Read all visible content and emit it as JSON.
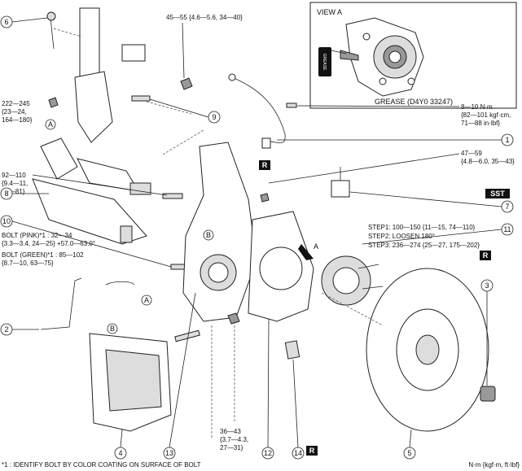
{
  "view_a": {
    "title": "VIEW A",
    "grease_label": "GREASE (D4Y0 33247)",
    "can_text": "GREASE"
  },
  "torques": {
    "t45_55": "45—55 {4.6—5.6, 34—40}",
    "t222_245": [
      "222—245",
      "{23—24,",
      "164—180}"
    ],
    "t8_10": [
      "8—10 N·m",
      "{82—101 kgf·cm,",
      "71—88 in·lbf}"
    ],
    "t47_59": [
      "47—59",
      "{4.8—6.0, 35—43}"
    ],
    "t92_110": [
      "92—110",
      "{9.4—11,",
      "68—81}"
    ],
    "bolt_pink": [
      "BOLT (PINK)*1 : 32—34",
      "{3.3—3.4, 24—25} +57.0—63.0°"
    ],
    "bolt_green": [
      "BOLT (GREEN)*1 : 85—102",
      "{8.7—10, 63—75}"
    ],
    "steps": [
      "STEP1: 100—150 {11—15, 74—110}",
      "STEP2: LOOSEN 180°",
      "STEP3: 236—274 {25—27, 175—202}"
    ],
    "t36_43": [
      "36—43",
      "{3.7—4.3,",
      "27—31}"
    ]
  },
  "callouts": [
    "1",
    "2",
    "3",
    "4",
    "5",
    "6",
    "7",
    "8",
    "9",
    "10",
    "11",
    "12",
    "13",
    "14"
  ],
  "letters": {
    "A": "A",
    "B": "B"
  },
  "badges": {
    "R": "R",
    "SST": "SST"
  },
  "footnote": "*1 : IDENTIFY BOLT BY COLOR COATING ON SURFACE OF BOLT",
  "units": "N·m {kgf·m, ft·lbf}"
}
